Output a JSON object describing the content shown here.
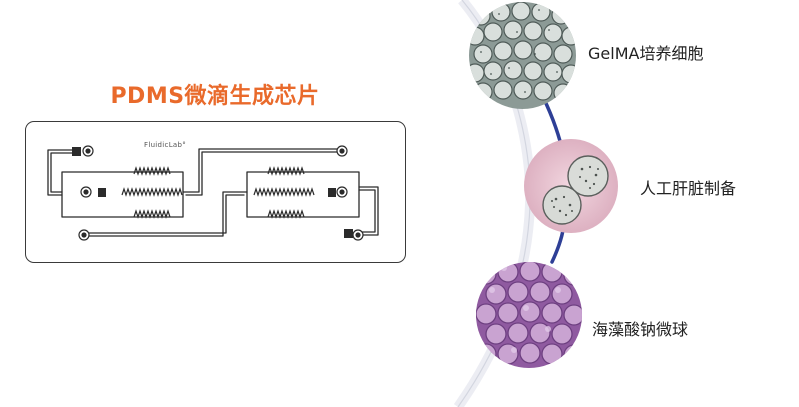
{
  "chip": {
    "title": "PDMS微滴生成芯片",
    "logo_text": "FluidicLab°"
  },
  "applications": [
    {
      "label": "GelMA培养细胞",
      "image": "gelma-cell-micrograph"
    },
    {
      "label": "人工肝脏制备",
      "image": "artificial-liver-micrograph"
    },
    {
      "label": "海藻酸钠微球",
      "image": "alginate-microsphere-micrograph"
    }
  ],
  "colors": {
    "title": "#e96a2b",
    "connector": "#2e3f96",
    "chip_outline": "#3a3a3a",
    "text": "#222222"
  }
}
